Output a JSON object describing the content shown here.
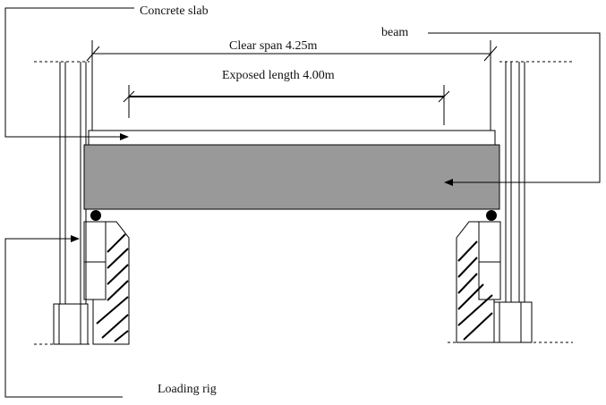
{
  "labels": {
    "concrete_slab": "Concrete slab",
    "beam": "beam",
    "clear_span": "Clear span 4.25m",
    "exposed_length": "Exposed length 4.00m",
    "loading_rig": "Loading rig"
  },
  "colors": {
    "beam_fill": "#999999",
    "slab_fill": "#ffffff",
    "line": "#000000"
  }
}
